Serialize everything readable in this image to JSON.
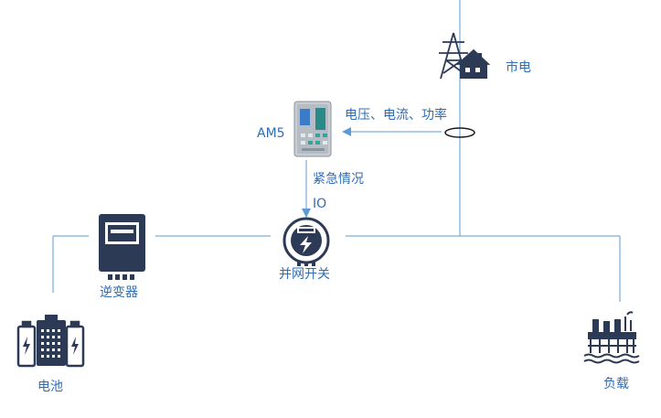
{
  "labels": {
    "grid": "市电",
    "measure": "电压、电流、功率",
    "meter": "AM5",
    "emergency": "紧急情况",
    "io": "IO",
    "switch": "并网开关",
    "inverter": "逆变器",
    "battery": "电池",
    "load": "负载"
  },
  "colors": {
    "line": "#5b9bd5",
    "icon_dark": "#2d3a55",
    "label": "#2f6db5",
    "meter_face": "#c8cdd3",
    "meter_screen": "#3b7bc8"
  },
  "icons": {
    "grid": "power-tower-house-icon",
    "meter": "am5-protection-relay-icon",
    "switch": "grid-switch-meter-icon",
    "inverter": "inverter-cabinet-icon",
    "battery": "battery-bank-icon",
    "load": "factory-load-icon",
    "ct": "current-transformer-ring-icon"
  }
}
